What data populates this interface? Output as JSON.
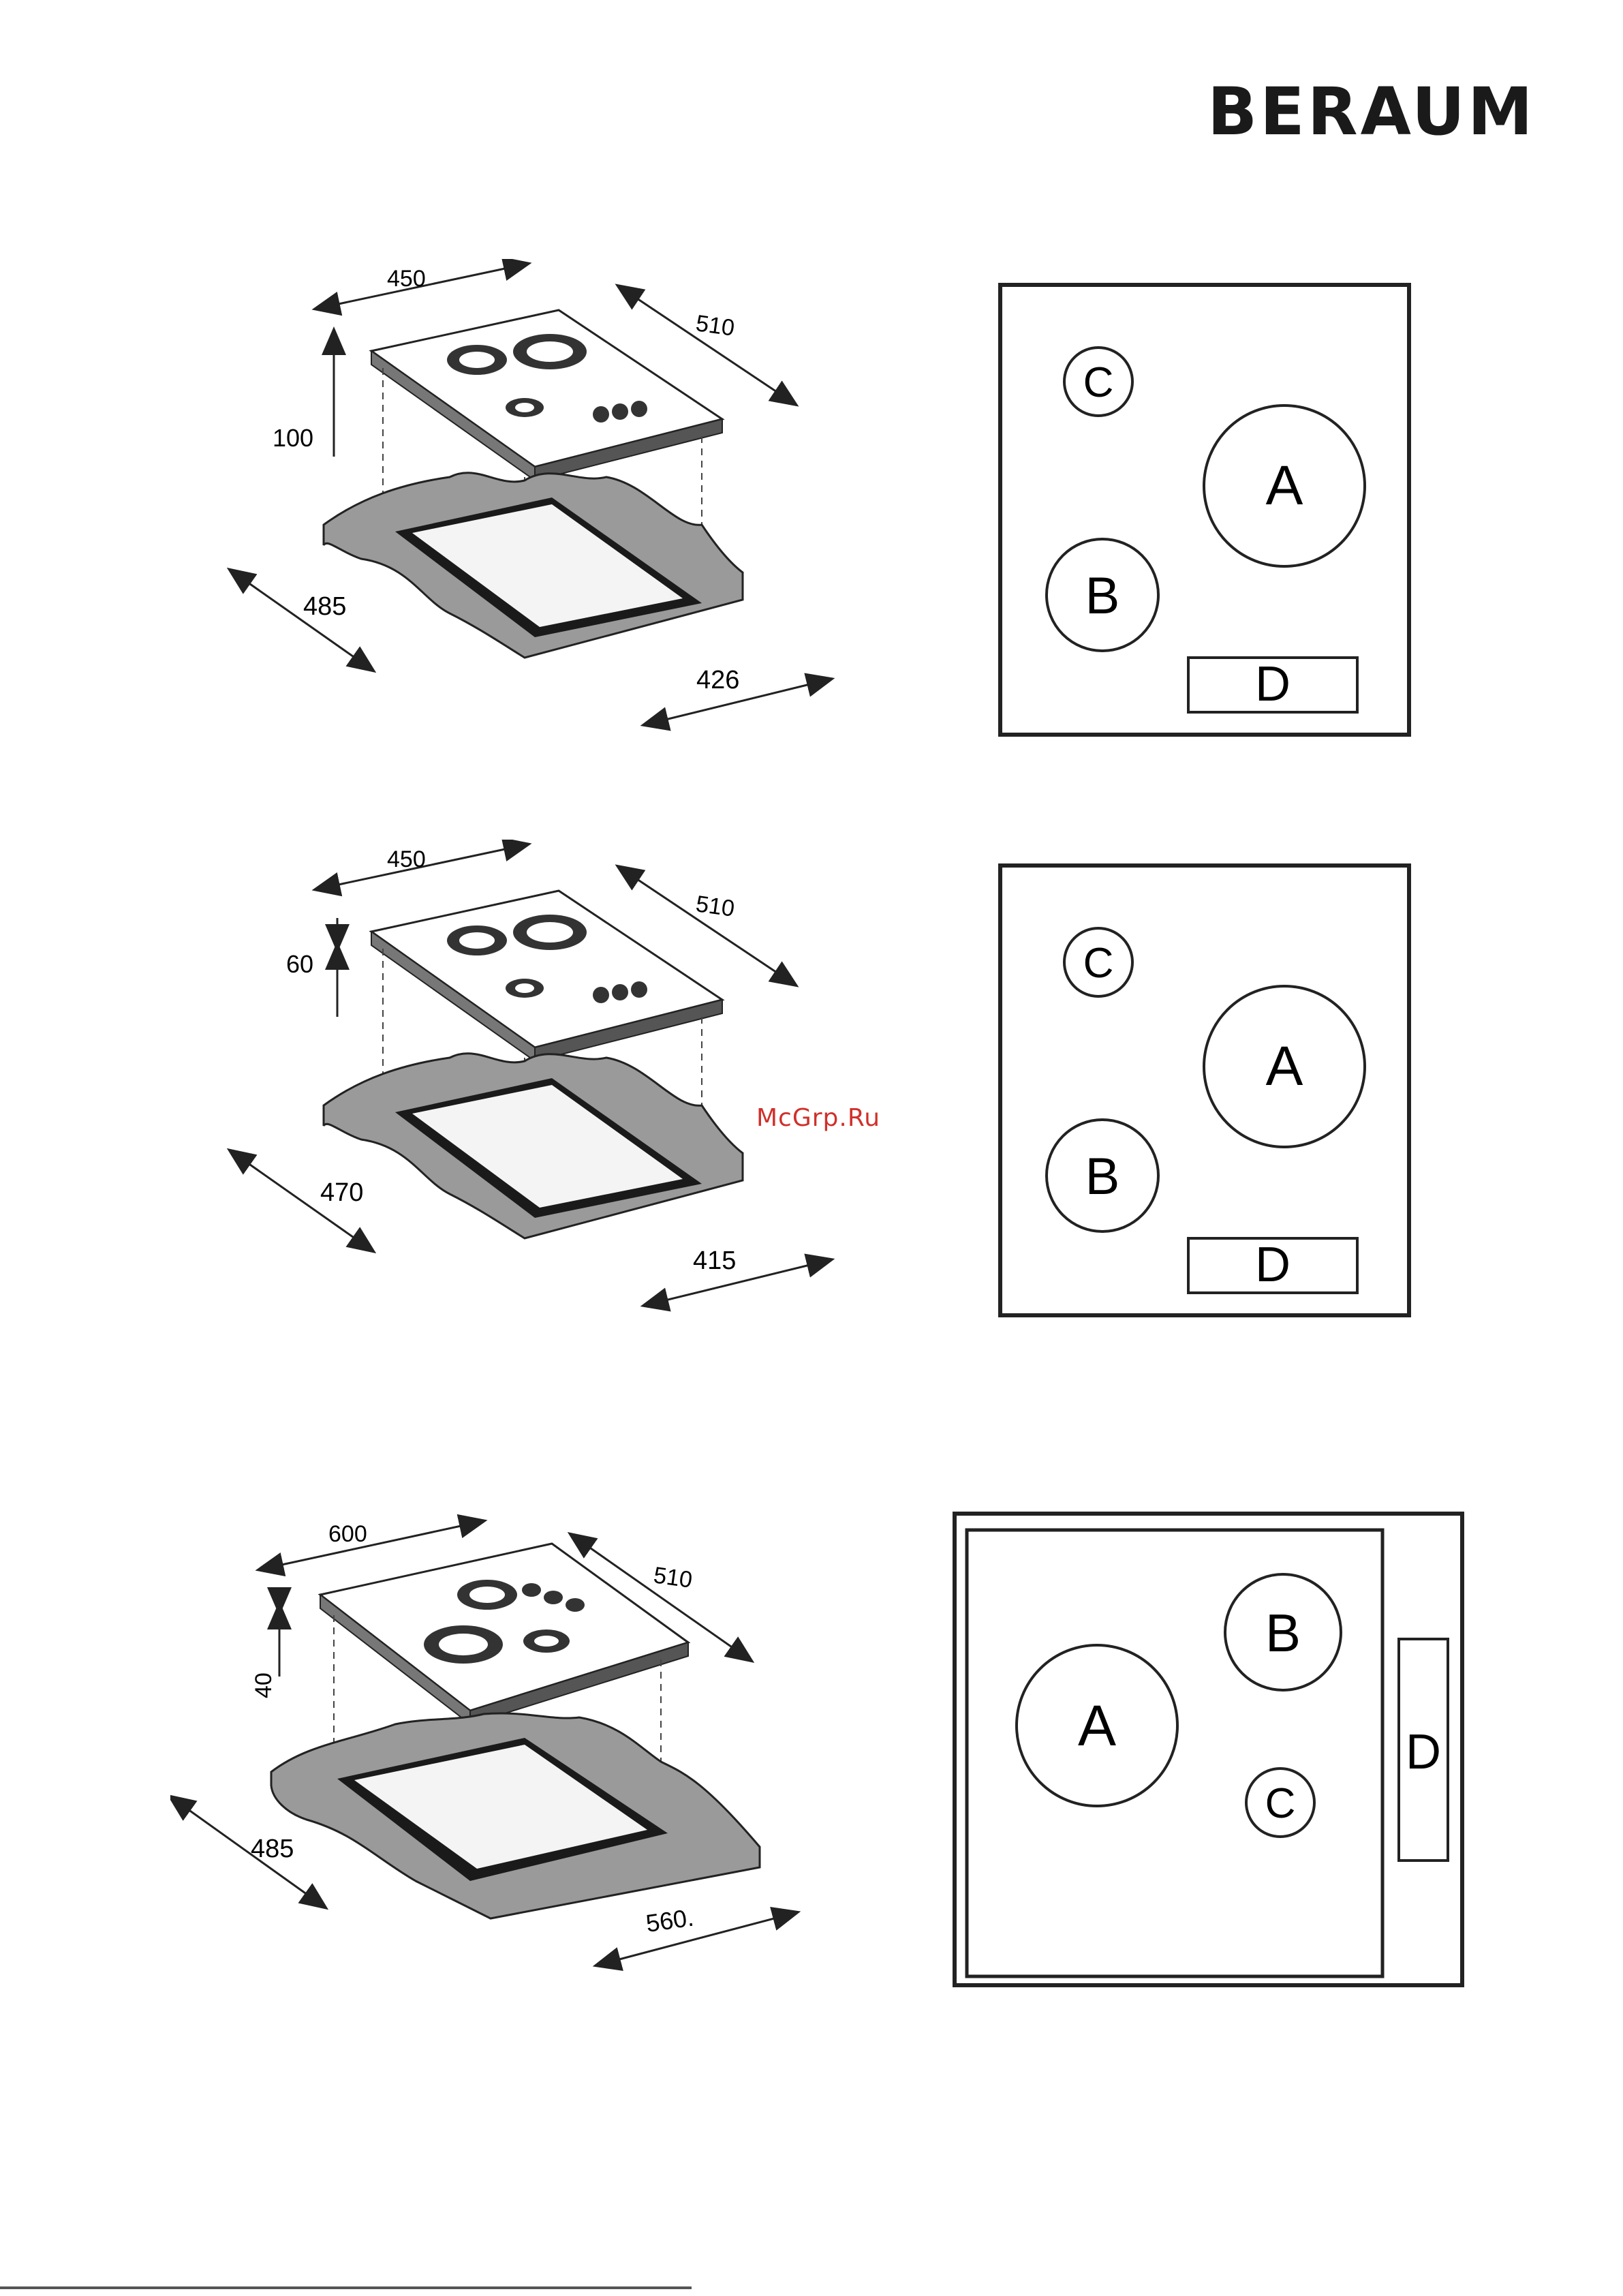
{
  "header": {
    "brand": "BERAUM"
  },
  "watermark": "McGrp.Ru",
  "sections": [
    {
      "installation": {
        "width": "450",
        "depth": "510",
        "height": "100",
        "cutout_depth": "485",
        "cutout_width": "426"
      },
      "layout": {
        "zones": [
          "C",
          "A",
          "B",
          "D"
        ]
      }
    },
    {
      "installation": {
        "width": "450",
        "depth": "510",
        "height": "60",
        "cutout_depth": "470",
        "cutout_width": "415"
      },
      "layout": {
        "zones": [
          "C",
          "A",
          "B",
          "D"
        ]
      }
    },
    {
      "installation": {
        "width": "600",
        "depth": "510",
        "height": "40",
        "cutout_depth": "485",
        "cutout_width": "560."
      },
      "layout": {
        "zones": [
          "B",
          "A",
          "C",
          "D"
        ]
      }
    }
  ]
}
